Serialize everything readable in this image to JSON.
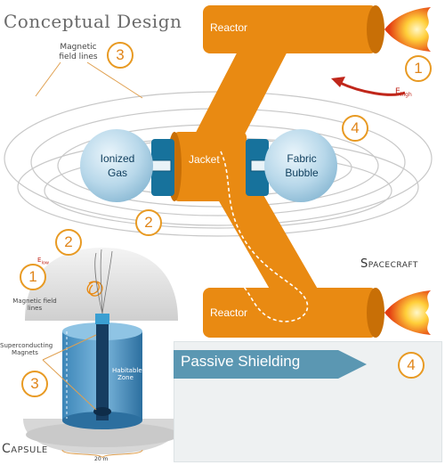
{
  "title": "Conceptual Design",
  "labels": {
    "magnetic_field_lines": "Magnetic field lines",
    "reactor_top": "Reactor",
    "reactor_bottom": "Reactor",
    "ionized_gas": "Ionized Gas",
    "jacket": "Jacket",
    "fabric_bubble": "Fabric Bubble",
    "e_high": "E",
    "e_high_sub": "high",
    "spacecraft": "Spacecraft",
    "capsule": "Capsule",
    "capsule_field_lines": "Magnetic field lines",
    "superconducting_magnets": "Superconducting Magnets",
    "habitable_zone": "Habitable Zone",
    "e_low": "E",
    "e_low_sub": "low",
    "dimension": "20 m",
    "passive_shielding": "Passive Shielding"
  },
  "badges": [
    "3",
    "1",
    "4",
    "2",
    "2",
    "1",
    "3",
    "4"
  ],
  "colors": {
    "orange": "#e98a12",
    "orange_dark": "#c86f06",
    "blue": "#17729c",
    "bubble": "#b8d8ea",
    "badge_border": "#e89a23",
    "arrow_red": "#c0261a",
    "shield_arrow": "#5b97b2"
  }
}
